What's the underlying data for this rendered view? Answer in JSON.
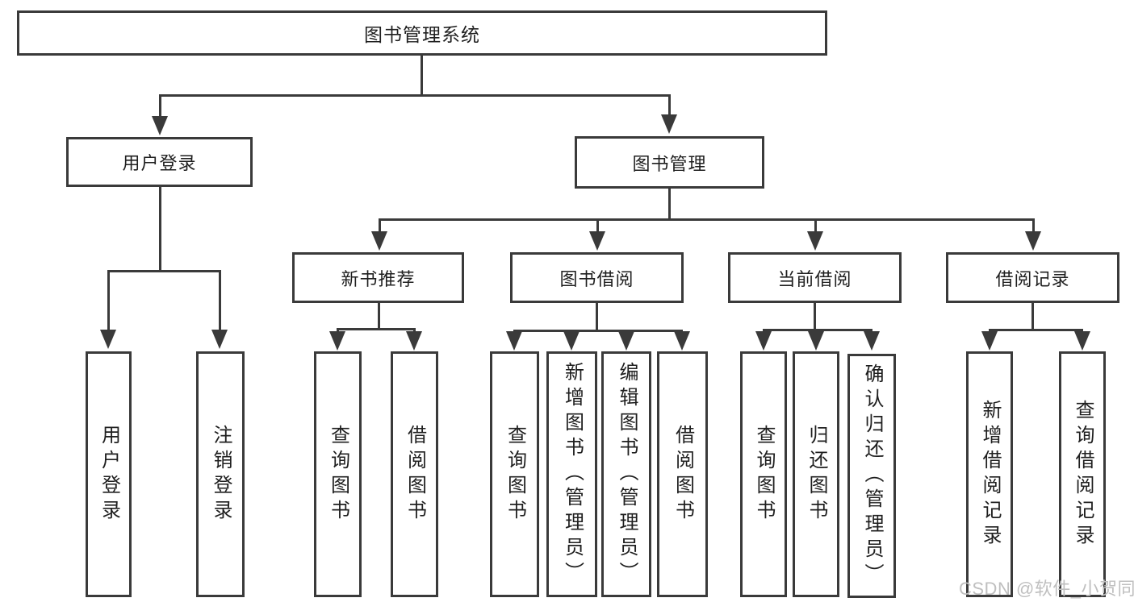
{
  "diagram": {
    "title": "图书管理系统",
    "branches": [
      {
        "label": "用户登录",
        "children": [
          {
            "label": "用户登录"
          },
          {
            "label": "注销登录"
          }
        ]
      },
      {
        "label": "图书管理",
        "children": [
          {
            "label": "新书推荐",
            "children": [
              {
                "label": "查询图书"
              },
              {
                "label": "借阅图书"
              }
            ]
          },
          {
            "label": "图书借阅",
            "children": [
              {
                "label": "查询图书"
              },
              {
                "label": "新增图书（管理员）"
              },
              {
                "label": "编辑图书（管理员）"
              },
              {
                "label": "借阅图书"
              }
            ]
          },
          {
            "label": "当前借阅",
            "children": [
              {
                "label": "查询图书"
              },
              {
                "label": "归还图书"
              },
              {
                "label": "确认归还（管理员）"
              }
            ]
          },
          {
            "label": "借阅记录",
            "children": [
              {
                "label": "新增借阅记录"
              },
              {
                "label": "查询借阅记录"
              }
            ]
          }
        ]
      }
    ]
  },
  "watermark": {
    "text": "CSDN @软件_小贺同学",
    "color": "#bfbfbf"
  },
  "colors": {
    "line": "#3a3a3a",
    "text": "#1f1f1f",
    "background": "#ffffff"
  }
}
